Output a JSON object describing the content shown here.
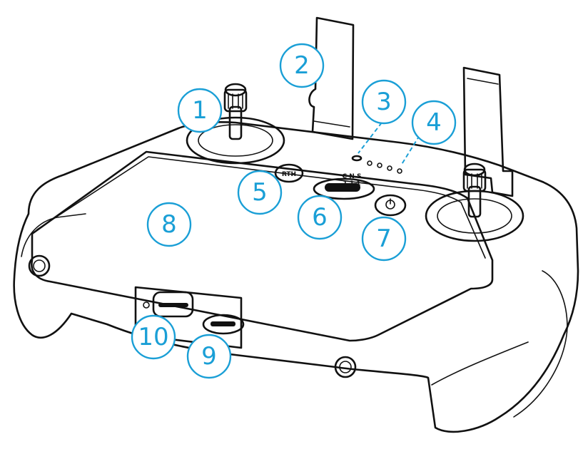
{
  "figure": {
    "callouts": [
      {
        "id": "1",
        "label": "1"
      },
      {
        "id": "2",
        "label": "2"
      },
      {
        "id": "3",
        "label": "3"
      },
      {
        "id": "4",
        "label": "4"
      },
      {
        "id": "5",
        "label": "5"
      },
      {
        "id": "6",
        "label": "6"
      },
      {
        "id": "7",
        "label": "7"
      },
      {
        "id": "8",
        "label": "8"
      },
      {
        "id": "9",
        "label": "9"
      },
      {
        "id": "10",
        "label": "10"
      }
    ],
    "mode_switch_letters": {
      "top": "C N S",
      "bottom": "1 1 1"
    },
    "rth_button_text": "RTH",
    "colors": {
      "line": "#111111",
      "callout": "#1a9fd6",
      "background": "#ffffff"
    }
  }
}
